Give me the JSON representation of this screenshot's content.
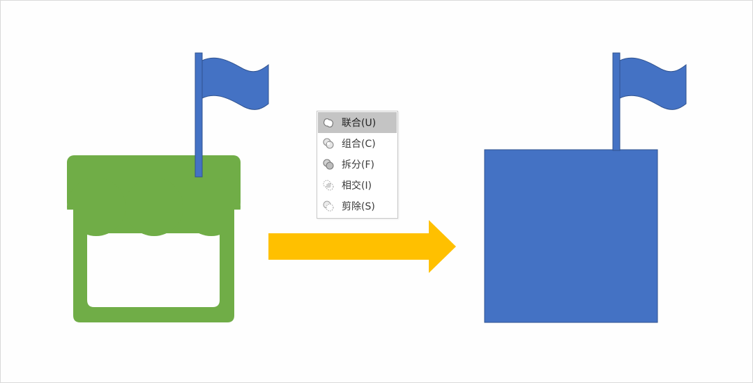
{
  "colors": {
    "store_green": "#70ad47",
    "flag_blue": "#4472c4",
    "flag_outline": "#2f528f",
    "arrow_yellow": "#ffc000",
    "menu_highlight": "#c4c4c4"
  },
  "menu": {
    "items": [
      {
        "label": "联合(U)",
        "icon": "union-icon",
        "selected": true
      },
      {
        "label": "组合(C)",
        "icon": "combine-icon",
        "selected": false
      },
      {
        "label": "拆分(F)",
        "icon": "fragment-icon",
        "selected": false
      },
      {
        "label": "相交(I)",
        "icon": "intersect-icon",
        "selected": false
      },
      {
        "label": "剪除(S)",
        "icon": "subtract-icon",
        "selected": false
      }
    ]
  }
}
